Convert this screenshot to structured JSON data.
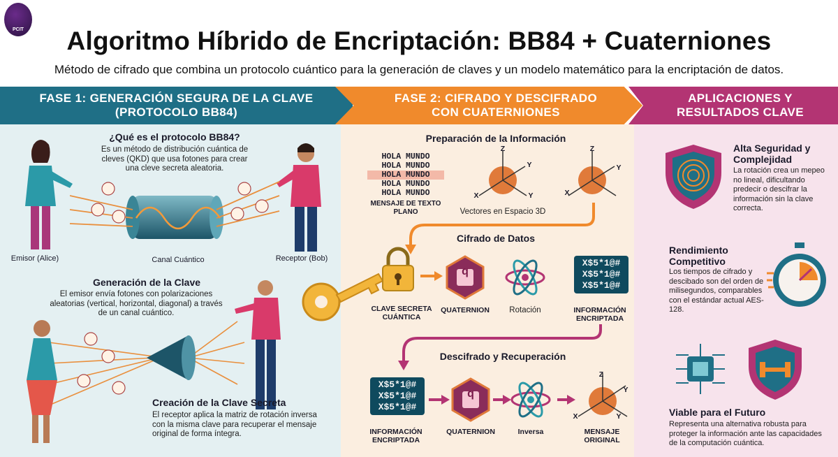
{
  "header": {
    "logo_text": "PCIT",
    "title": "Algoritmo Híbrido de Encriptación: BB84 + Cuaterniones",
    "subtitle": "Método de cifrado que combina un protocolo cuántico para la generación de claves y un modelo matemático para la encriptación de datos."
  },
  "phase1": {
    "title": "FASE 1: GENERACIÓN SEGURA DE LA CLAVE (PROTOCOLO BB84)",
    "what_heading": "¿Qué es el protocolo BB84?",
    "what_text": "Es un método de distribución cuántica de cleves (QKD) que usa fotones para crear una cleve secreta aleatoria.",
    "sender": "Emisor (Alice)",
    "channel": "Canal Cuántico",
    "receiver": "Receptor (Bob)",
    "gen_heading": "Generación de la Clave",
    "gen_text": "El emisor envía fotones con polarizaciones aleatorias (vertical, horizontal, diagonal) a través de un canal cuántico.",
    "secret_heading": "Creación de la Clave Secreta",
    "secret_text": "El receptor aplica la matriz de rotación inversa con la misma clave para recuperar el mensaje original de forma íntegra."
  },
  "phase2": {
    "title": "FASE 2: CIFRADO Y DESCIFRADO CON CUATERNIONES",
    "prep_heading": "Preparación de la Información",
    "plain_lines": [
      "HOLA MUNDO",
      "HOLA MUNDO",
      "HOLA MUNDO",
      "HOLA MUNDO",
      "HOLA MUNDO"
    ],
    "plain_label": "MENSAJE DE TEXTO PLANO",
    "vectors_label": "Vectores en Espacio 3D",
    "axis_x": "X",
    "axis_y": "Y",
    "axis_z": "Z",
    "cipher_heading": "Cifrado de Datos",
    "key_label": "CLAVE SECRETA CUÁNTICA",
    "quaternion_label": "QUATERNION",
    "quaternion_symbol": "q",
    "rotation_label": "Rotación",
    "encrypted_label": "INFORMACIÓN ENCRIPTADA",
    "cipher_lines": [
      "X$5*1@#",
      "X$5*1@#",
      "X$5*1@#"
    ],
    "decipher_heading": "Descifrado y Recuperación",
    "inverse_label": "Inversa",
    "original_label": "MENSAJE ORIGINAL"
  },
  "phase3": {
    "title": "APLICACIONES Y RESULTADOS CLAVE",
    "security_heading": "Alta Seguridad y Complejidad",
    "security_text": "La rotación crea un mepeo no lineal, dificultando predecir o descifrar la información sin la clave correcta.",
    "performance_heading": "Rendimiento Competitivo",
    "performance_text": "Los tiempos de cifrado y descibado son del orden de milisegundos, comparables con el estándar actual AES-128.",
    "future_heading": "Viable para el Futuro",
    "future_text": "Representa una alternativa robusta para proteger la información ante las capacidades de la computación cuántica."
  },
  "colors": {
    "phase1": "#1f6f86",
    "phase2": "#f08a2c",
    "phase3": "#b33473",
    "encrypted_bg": "#0f4a5e"
  }
}
